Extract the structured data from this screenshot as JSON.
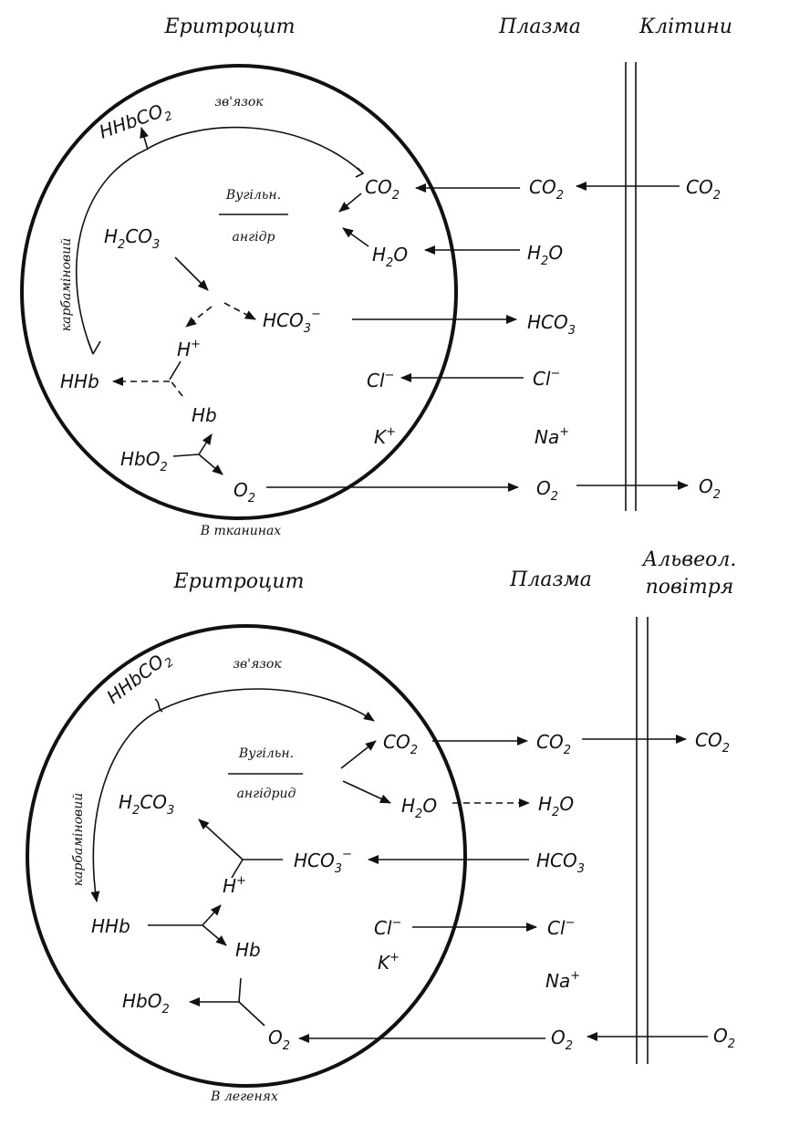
{
  "top": {
    "headers": {
      "cell": "Еритроцит",
      "plasma": "Плазма",
      "tissue": "Клітини"
    },
    "link_word": "зв'язок",
    "carb_word": "карбаміновий",
    "enzyme_1": "Вугільн.",
    "enzyme_2": "ангідр",
    "caption": "В тканинах",
    "chem": {
      "hhbco2_base": "HHbCO",
      "hhbco2_sub": "2",
      "co2_base": "CO",
      "co2_sub": "2",
      "h2o_h": "H",
      "h2o_sub": "2",
      "h2o_o": "O",
      "h2co3_h": "H",
      "h2co3_sub1": "2",
      "h2co3_co": "CO",
      "h2co3_sub2": "3",
      "hco3_base": "HCO",
      "hco3_sub": "3",
      "hco3_sup": "−",
      "hco3_plasma_base": "HCO",
      "hco3_plasma_sub": "3",
      "h_plus_base": "H",
      "h_plus_sup": "+",
      "hhb": "HHb",
      "hb": "Hb",
      "hbo2_base": "HbO",
      "hbo2_sub": "2",
      "o2_base": "O",
      "o2_sub": "2",
      "cl_base": "Cl",
      "cl_sup": "−",
      "k_base": "K",
      "k_sup": "+",
      "na_base": "Na",
      "na_sup": "+"
    }
  },
  "bottom": {
    "headers": {
      "cell": "Еритроцит",
      "plasma": "Плазма",
      "air_1": "Альвеол.",
      "air_2": "повітря"
    },
    "link_word": "зв'язок",
    "carb_word": "карбаміновий",
    "enzyme_1": "Вугільн.",
    "enzyme_2": "ангідрид",
    "caption": "В легенях",
    "chem": {
      "hhbco2_base": "HHbCO",
      "hhbco2_sub": "2",
      "co2_base": "CO",
      "co2_sub": "2",
      "h2o_h": "H",
      "h2o_sub": "2",
      "h2o_o": "O",
      "h2co3_h": "H",
      "h2co3_sub1": "2",
      "h2co3_co": "CO",
      "h2co3_sub2": "3",
      "hco3_base": "HCO",
      "hco3_sub": "3",
      "hco3_sup": "−",
      "hco3_plasma_base": "HCO",
      "hco3_plasma_sub": "3",
      "h_plus_base": "H",
      "h_plus_sup": "+",
      "hhb": "HHb",
      "hb": "Hb",
      "hbo2_base": "HbO",
      "hbo2_sub": "2",
      "o2_base": "O",
      "o2_sub": "2",
      "cl_base": "Cl",
      "cl_sup": "−",
      "k_base": "K",
      "k_sup": "+",
      "na_base": "Na",
      "na_sup": "+"
    }
  }
}
